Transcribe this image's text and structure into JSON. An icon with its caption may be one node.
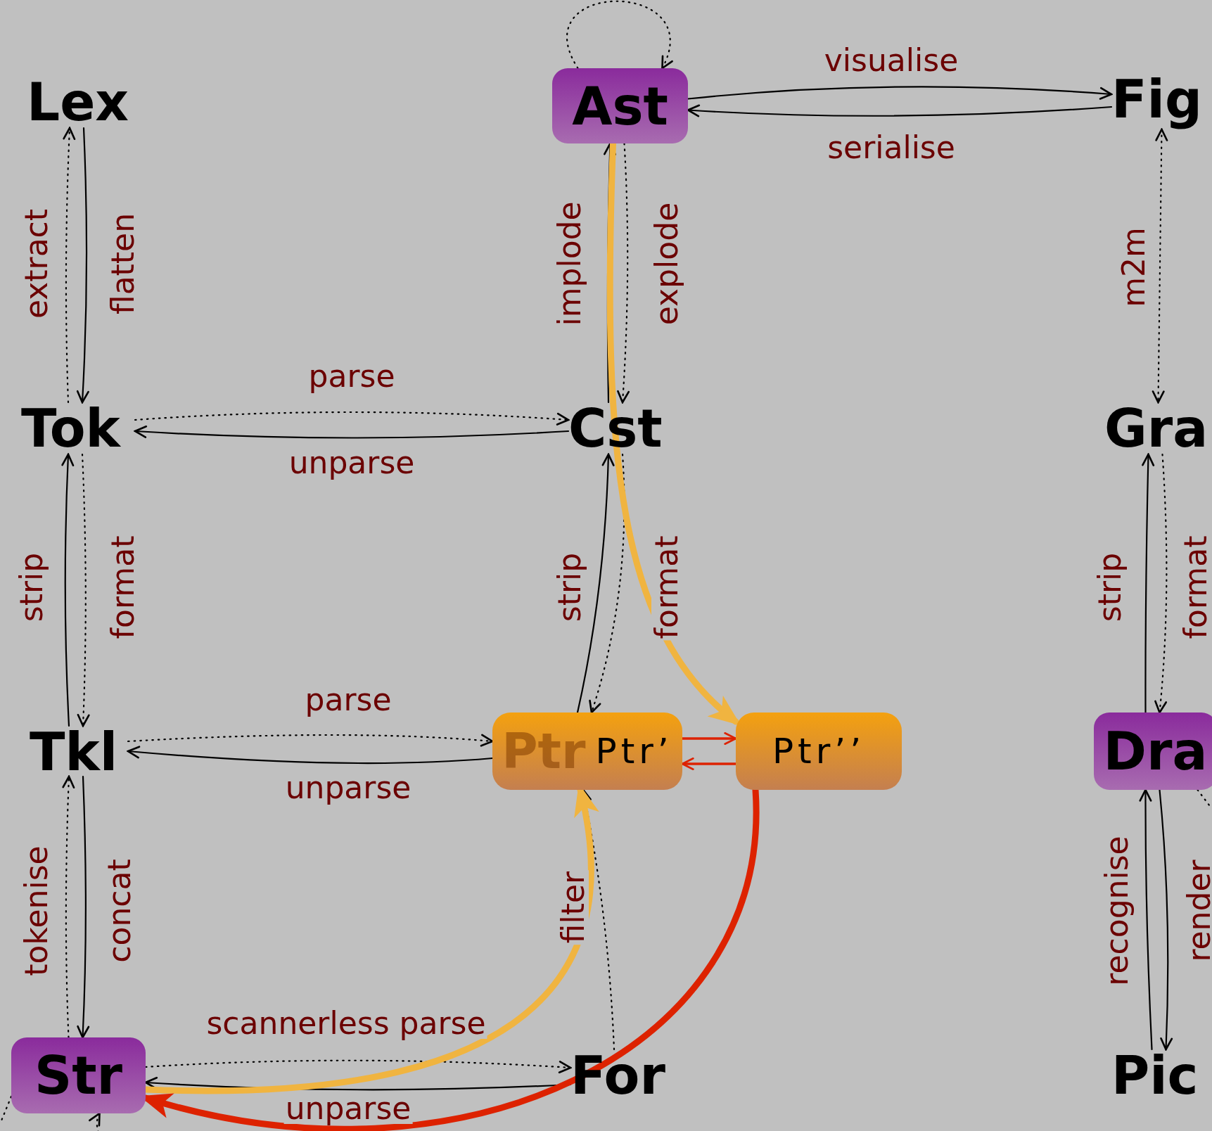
{
  "diagram": {
    "nodes": [
      {
        "text": [
          "Lex"
        ]
      },
      {
        "text": [
          "Ast"
        ]
      },
      {
        "text": [
          "Fig"
        ]
      },
      {
        "text": [
          "Tok"
        ]
      },
      {
        "text": [
          "Cst"
        ]
      },
      {
        "text": [
          "Gra"
        ]
      },
      {
        "text": [
          "Tkl"
        ]
      },
      {
        "text": [
          "Ptr",
          "Ptr’"
        ]
      },
      {
        "text": [
          "Ptr’’"
        ]
      },
      {
        "text": [
          "Dra"
        ]
      },
      {
        "text": [
          "Str"
        ]
      },
      {
        "text": [
          "For"
        ]
      },
      {
        "text": [
          "Pic"
        ]
      }
    ],
    "edges": [
      {
        "from": 1,
        "to": 1,
        "arrow": "to",
        "style": "dashed"
      },
      {
        "from": 1,
        "to": 2,
        "arrow": "to",
        "label": "visualise"
      },
      {
        "from": 2,
        "to": 1,
        "arrow": "to",
        "label": "serialise"
      },
      {
        "from": 3,
        "to": 0,
        "arrow": "to",
        "style": "dashed",
        "label": "extract"
      },
      {
        "from": 0,
        "to": 3,
        "arrow": "to",
        "label": "flatten"
      },
      {
        "from": 4,
        "to": 1,
        "arrow": "to",
        "label": "implode"
      },
      {
        "from": 1,
        "to": 4,
        "arrow": "to",
        "style": "dashed",
        "label": "explode"
      },
      {
        "from": 2,
        "to": 5,
        "arrow": "both",
        "style": "dashed",
        "label": "m2m"
      },
      {
        "from": 3,
        "to": 4,
        "arrow": "to",
        "style": "dashed",
        "label": "parse"
      },
      {
        "from": 4,
        "to": 3,
        "arrow": "to",
        "label": "unparse"
      },
      {
        "from": 6,
        "to": 3,
        "arrow": "to",
        "label": "strip"
      },
      {
        "from": 3,
        "to": 6,
        "arrow": "to",
        "style": "dashed",
        "label": "format"
      },
      {
        "from": 7,
        "to": 4,
        "arrow": "to",
        "label": "strip"
      },
      {
        "from": 4,
        "to": 7,
        "arrow": "to",
        "style": "dashed",
        "label": "format"
      },
      {
        "from": 9,
        "to": 5,
        "arrow": "to",
        "label": "strip"
      },
      {
        "from": 5,
        "to": 9,
        "arrow": "to",
        "style": "dashed",
        "label": "format"
      },
      {
        "from": 6,
        "to": 7,
        "arrow": "to",
        "style": "dashed",
        "label": "parse"
      },
      {
        "from": 7,
        "to": 6,
        "arrow": "to",
        "label": "unparse"
      },
      {
        "from": 10,
        "to": 6,
        "arrow": "to",
        "style": "dashed",
        "label": "tokenise"
      },
      {
        "from": 6,
        "to": 10,
        "arrow": "to",
        "label": "concat"
      },
      {
        "from": 11,
        "to": 7,
        "arrow": "to",
        "style": "dashed",
        "label": "filter"
      },
      {
        "from": 12,
        "to": 9,
        "arrow": "to",
        "label": "recognise"
      },
      {
        "from": 9,
        "to": 12,
        "arrow": "to",
        "label": "render"
      },
      {
        "from": 10,
        "to": 11,
        "arrow": "to",
        "style": "dashed",
        "label": "scannerless parse"
      },
      {
        "from": 11,
        "to": 10,
        "arrow": "to",
        "label": "unparse"
      },
      {
        "from": 7,
        "to": 8,
        "arrow": "to",
        "color": "#dd2200"
      },
      {
        "from": 8,
        "to": 7,
        "arrow": "to",
        "color": "#dd2200"
      },
      {
        "from": 1,
        "to": 8,
        "arrow": "to",
        "style": "thick",
        "color": "#f0b440"
      },
      {
        "from": 10,
        "to": 7,
        "arrow": "to",
        "style": "thick",
        "color": "#f0b440"
      },
      {
        "from": 8,
        "to": 10,
        "arrow": "to",
        "style": "thick",
        "color": "#dd2200"
      },
      {
        "from": null,
        "to": 10,
        "arrow": "to",
        "style": "dashed"
      },
      {
        "from": 10,
        "to": null,
        "arrow": "none",
        "style": "dashed"
      },
      {
        "from": 9,
        "to": null,
        "arrow": "none",
        "style": "dashed"
      }
    ]
  }
}
